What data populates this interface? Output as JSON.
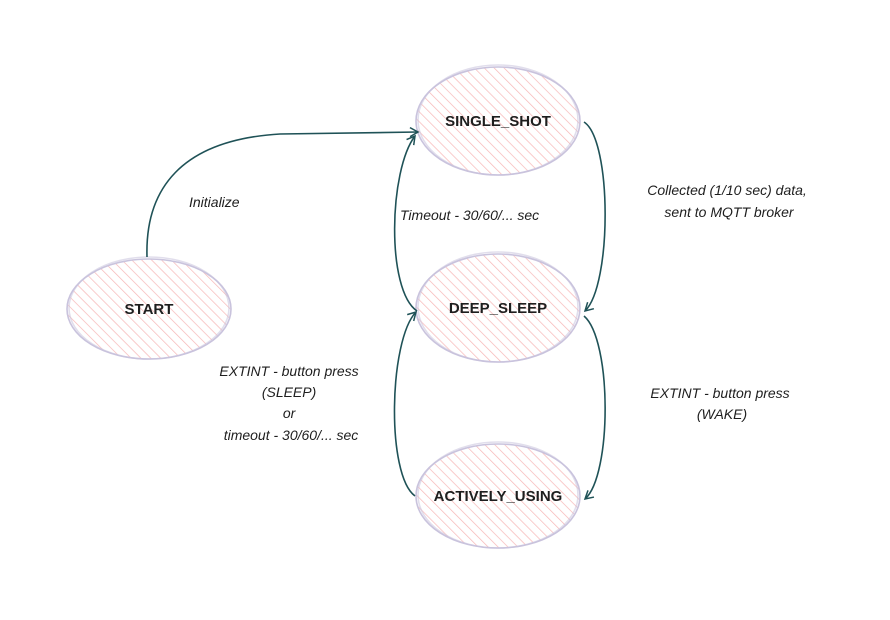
{
  "colors": {
    "state_fill": "#f6b5b5",
    "state_outline": "#c9c3dd",
    "edge": "#1f5257",
    "text": "#1e1e1e"
  },
  "states": {
    "start": "START",
    "single_shot": "SINGLE_SHOT",
    "deep_sleep": "DEEP_SLEEP",
    "actively_using": "ACTIVELY_USING"
  },
  "transitions": {
    "initialize": {
      "lines": [
        "Initialize"
      ]
    },
    "timeout": {
      "lines": [
        "Timeout - 30/60/... sec"
      ]
    },
    "collected": {
      "lines": [
        "Collected (1/10 sec) data,",
        "sent to MQTT broker"
      ]
    },
    "wake": {
      "lines": [
        "EXTINT - button press",
        "(WAKE)"
      ]
    },
    "sleep": {
      "lines": [
        "EXTINT - button press",
        "(SLEEP)",
        "or",
        "timeout - 30/60/... sec"
      ]
    }
  }
}
